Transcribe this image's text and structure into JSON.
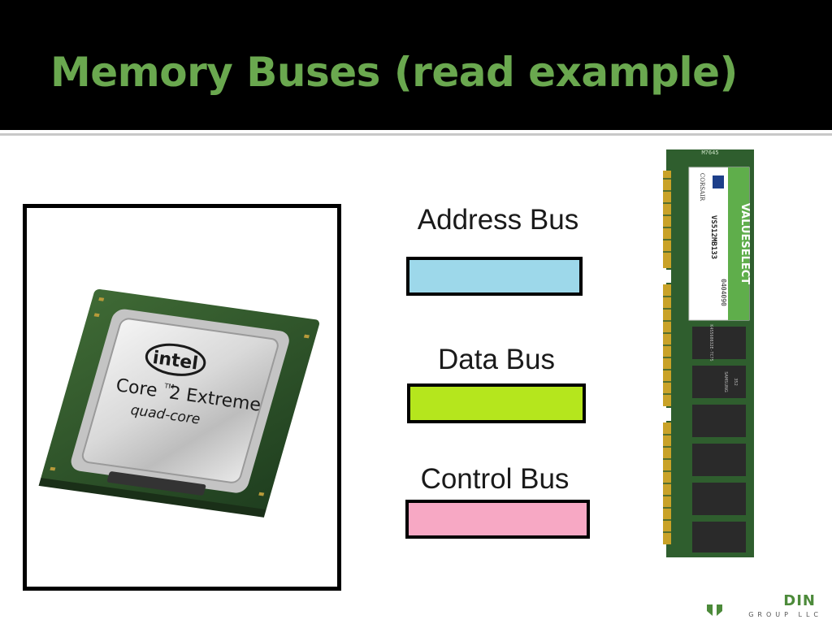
{
  "slide": {
    "title": "Memory Buses (read example)"
  },
  "cpu": {
    "brand": "intel",
    "line1": "Core",
    "superscript": "TM",
    "line2": "2 Extreme",
    "line3": "quad-core"
  },
  "buses": [
    {
      "label": "Address Bus",
      "color": "#9dd8ea"
    },
    {
      "label": "Data Bus",
      "color": "#b5e61d"
    },
    {
      "label": "Control Bus",
      "color": "#f7a8c4"
    }
  ],
  "ram": {
    "maker": "CORSAIR",
    "series": "VALUESELECT",
    "part": "VS512MB133",
    "serial": "0404090",
    "chip_brand": "SAMSUNG",
    "chip_code": "K4S560832E-TC75",
    "chip_num": "352",
    "top_mark": "M7645"
  },
  "logo": {
    "text": "DIN",
    "sub": "GROUP LLC"
  },
  "colors": {
    "title": "#6aa84f",
    "title_bar": "#000000",
    "pcb": "#2f5e2e",
    "gold": "#c9a227",
    "logo_green": "#4c8a3a"
  }
}
